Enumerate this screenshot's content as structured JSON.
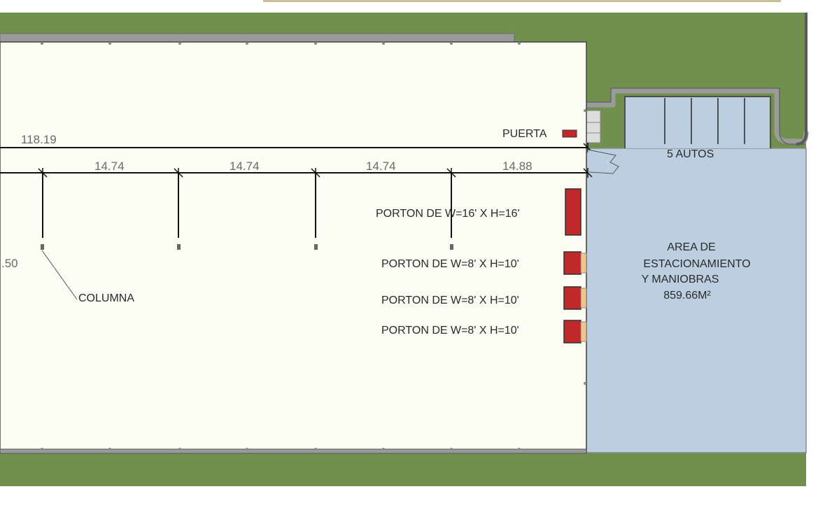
{
  "dimensions": {
    "overall": "118.19",
    "bays": [
      "14.74",
      "14.74",
      "14.74",
      "14.88"
    ],
    "side_partial": ".50"
  },
  "labels": {
    "door": "PUERTA",
    "column": "COLUMNA",
    "parking_spots": "5 AUTOS",
    "gate_large": "PORTON DE W=16' X H=16'",
    "gate_small": "PORTON DE W=8' X H=10'"
  },
  "parking_area": {
    "line1": "AREA DE",
    "line2": "ESTACIONAMIENTO",
    "line3": "Y MANIOBRAS",
    "line4": "859.66M²"
  },
  "colors": {
    "grass": "#70904e",
    "warehouse_floor": "#fbfdf2",
    "parking_area": "#bccfe0",
    "gate": "#c0282a",
    "gate_frame": "#f2c48a",
    "wall": "#8c8c8c"
  }
}
